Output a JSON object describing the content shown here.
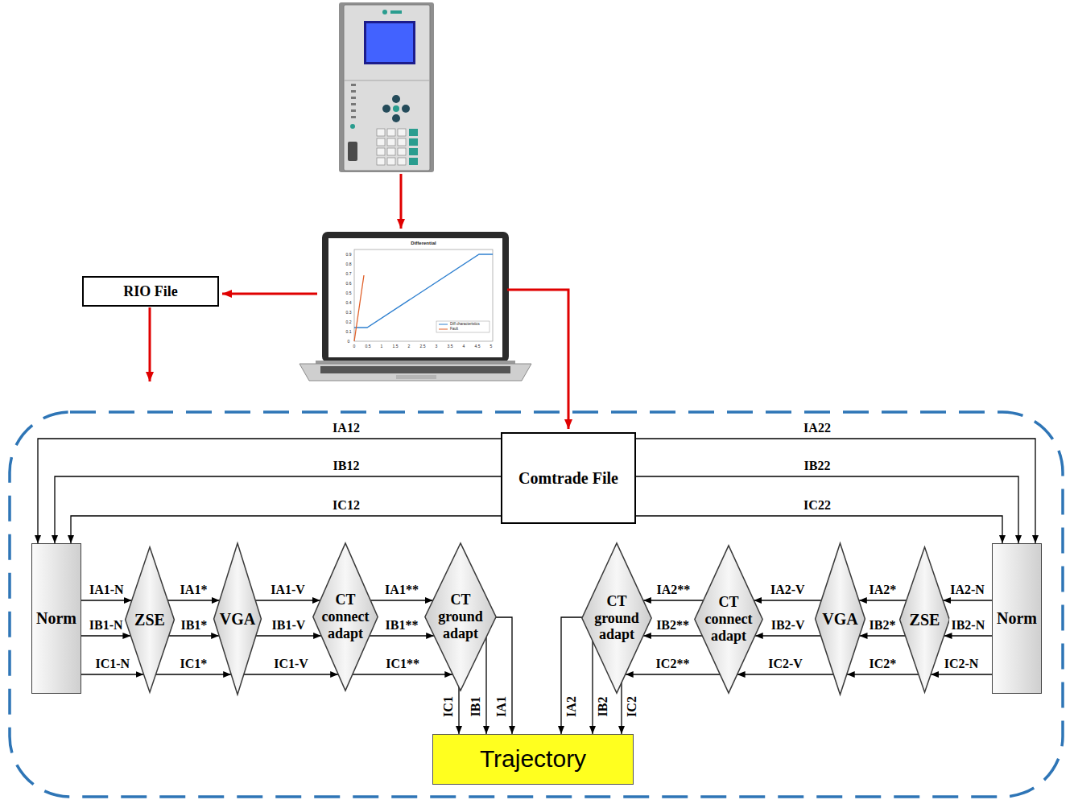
{
  "diagram": {
    "nodes": [
      {
        "text": [
          "RIO File"
        ]
      },
      {
        "text": [
          "Comtrade File"
        ]
      },
      {
        "text": [
          "Norm"
        ]
      },
      {
        "text": [
          "ZSE"
        ]
      },
      {
        "text": [
          "VGA"
        ]
      },
      {
        "text": [
          "CT connect adapt"
        ]
      },
      {
        "text": [
          "CT ground adapt"
        ]
      },
      {
        "text": [
          "CT ground adapt"
        ]
      },
      {
        "text": [
          "CT connect adapt"
        ]
      },
      {
        "text": [
          "VGA"
        ]
      },
      {
        "text": [
          "ZSE"
        ]
      },
      {
        "text": [
          "Norm"
        ]
      },
      {
        "text": [
          "Trajectory"
        ]
      }
    ],
    "edges": [
      {
        "from": 1,
        "to": 2,
        "arrow": "to",
        "label": "IA12"
      },
      {
        "from": 1,
        "to": 2,
        "arrow": "to",
        "label": "IB12"
      },
      {
        "from": 1,
        "to": 2,
        "arrow": "to",
        "label": "IC12"
      },
      {
        "from": 1,
        "to": 11,
        "arrow": "to",
        "label": "IA22"
      },
      {
        "from": 1,
        "to": 11,
        "arrow": "to",
        "label": "IB22"
      },
      {
        "from": 1,
        "to": 11,
        "arrow": "to",
        "label": "IC22"
      },
      {
        "from": 2,
        "to": 3,
        "arrow": "to",
        "label": "IA1-N"
      },
      {
        "from": 2,
        "to": 3,
        "arrow": "to",
        "label": "IB1-N"
      },
      {
        "from": 2,
        "to": 3,
        "arrow": "to",
        "label": "IC1-N"
      },
      {
        "from": 3,
        "to": 4,
        "arrow": "to",
        "label": "IA1*"
      },
      {
        "from": 3,
        "to": 4,
        "arrow": "to",
        "label": "IB1*"
      },
      {
        "from": 3,
        "to": 4,
        "arrow": "to",
        "label": "IC1*"
      },
      {
        "from": 4,
        "to": 5,
        "arrow": "to",
        "label": "IA1-V"
      },
      {
        "from": 4,
        "to": 5,
        "arrow": "to",
        "label": "IB1-V"
      },
      {
        "from": 4,
        "to": 5,
        "arrow": "to",
        "label": "IC1-V"
      },
      {
        "from": 5,
        "to": 6,
        "arrow": "to",
        "label": "IA1**"
      },
      {
        "from": 5,
        "to": 6,
        "arrow": "to",
        "label": "IB1**"
      },
      {
        "from": 5,
        "to": 6,
        "arrow": "to",
        "label": "IC1**"
      },
      {
        "from": 6,
        "to": 12,
        "arrow": "to",
        "label": "IA1"
      },
      {
        "from": 6,
        "to": 12,
        "arrow": "to",
        "label": "IB1"
      },
      {
        "from": 6,
        "to": 12,
        "arrow": "to",
        "label": "IC1"
      },
      {
        "from": 11,
        "to": 10,
        "arrow": "to",
        "label": "IA2-N"
      },
      {
        "from": 11,
        "to": 10,
        "arrow": "to",
        "label": "IB2-N"
      },
      {
        "from": 11,
        "to": 10,
        "arrow": "to",
        "label": "IC2-N"
      },
      {
        "from": 10,
        "to": 9,
        "arrow": "to",
        "label": "IA2*"
      },
      {
        "from": 10,
        "to": 9,
        "arrow": "to",
        "label": "IB2*"
      },
      {
        "from": 10,
        "to": 9,
        "arrow": "to",
        "label": "IC2*"
      },
      {
        "from": 9,
        "to": 8,
        "arrow": "to",
        "label": "IA2-V"
      },
      {
        "from": 9,
        "to": 8,
        "arrow": "to",
        "label": "IB2-V"
      },
      {
        "from": 9,
        "to": 8,
        "arrow": "to",
        "label": "IC2-V"
      },
      {
        "from": 8,
        "to": 7,
        "arrow": "to",
        "label": "IA2**"
      },
      {
        "from": 8,
        "to": 7,
        "arrow": "to",
        "label": "IB2**"
      },
      {
        "from": 8,
        "to": 7,
        "arrow": "to",
        "label": "IC2**"
      },
      {
        "from": 7,
        "to": 12,
        "arrow": "to",
        "label": "IA2"
      },
      {
        "from": 7,
        "to": 12,
        "arrow": "to",
        "label": "IB2"
      },
      {
        "from": 7,
        "to": 12,
        "arrow": "to",
        "label": "IC2"
      }
    ],
    "labels": [
      "Differential",
      "0",
      "0.5",
      "1",
      "1.5",
      "2",
      "2.5",
      "3",
      "3.5",
      "4",
      "4.5",
      "5",
      "0",
      "0.1",
      "0.2",
      "0.3",
      "0.4",
      "0.5",
      "0.6",
      "0.7",
      "0.8",
      "0.9"
    ],
    "legend": [
      {
        "text": "Diff characteristics"
      },
      {
        "text": "Fault"
      }
    ]
  }
}
